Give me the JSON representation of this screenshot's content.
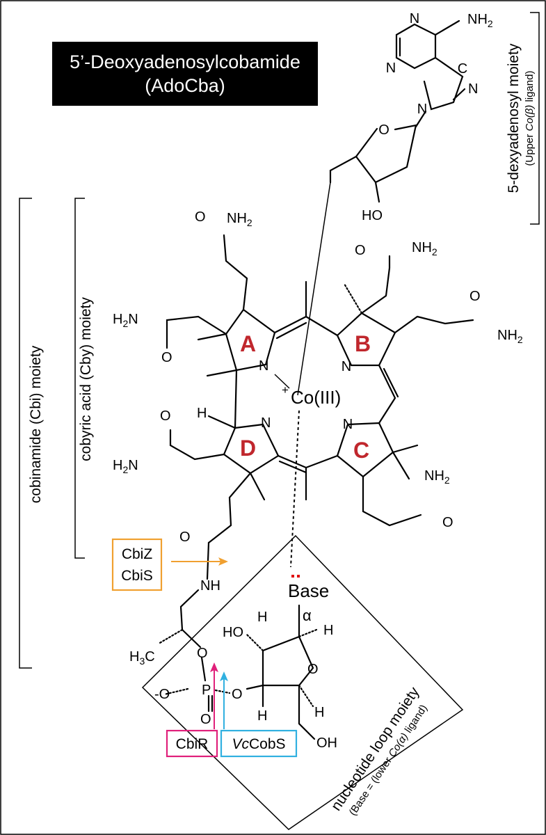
{
  "title": {
    "line1": "5’-Deoxyadenosylcobamide",
    "line2": "(AdoCba)"
  },
  "moieties": {
    "upper": {
      "label": "5-dexyadenosyl moiety",
      "sub_prefix": "(Upper ",
      "sub_italic": "Co(β)",
      "sub_suffix": " ligand)"
    },
    "cobyric": {
      "label": "cobyric acid (Cby) moiety"
    },
    "cobinamide": {
      "label": "cobinamide (Cbi) moiety"
    },
    "nucleotide": {
      "label": "nucleotide loop moiety",
      "sub_prefix": "(Base = (lower ",
      "sub_italic": "Co(α)",
      "sub_suffix": " ligand)"
    }
  },
  "enzymes": {
    "cbiz": "CbiZ",
    "cbis": "CbiS",
    "cbir": "CbiR",
    "vccobs_italic": "Vc",
    "vccobs_rest": "CobS"
  },
  "ring_labels": [
    "A",
    "B",
    "C",
    "D"
  ],
  "atoms": {
    "cobalt": "Co(III)",
    "plus": "+",
    "base": "Base",
    "alpha": "α",
    "nh2": "NH",
    "sub2": "2",
    "h2n": "H",
    "n": "N",
    "o": "O",
    "h": "H",
    "ho": "HO",
    "oh": "OH",
    "nh": "NH",
    "p": "P",
    "h3c": "H",
    "sub3": "3",
    "c": "C",
    "minus_o": "-O"
  },
  "colors": {
    "ring_label": "#c0272d",
    "cbiz_box": "#f0a030",
    "cbir": "#e0207a",
    "vccobs": "#30b0e0",
    "base_dots": "#e01010"
  }
}
